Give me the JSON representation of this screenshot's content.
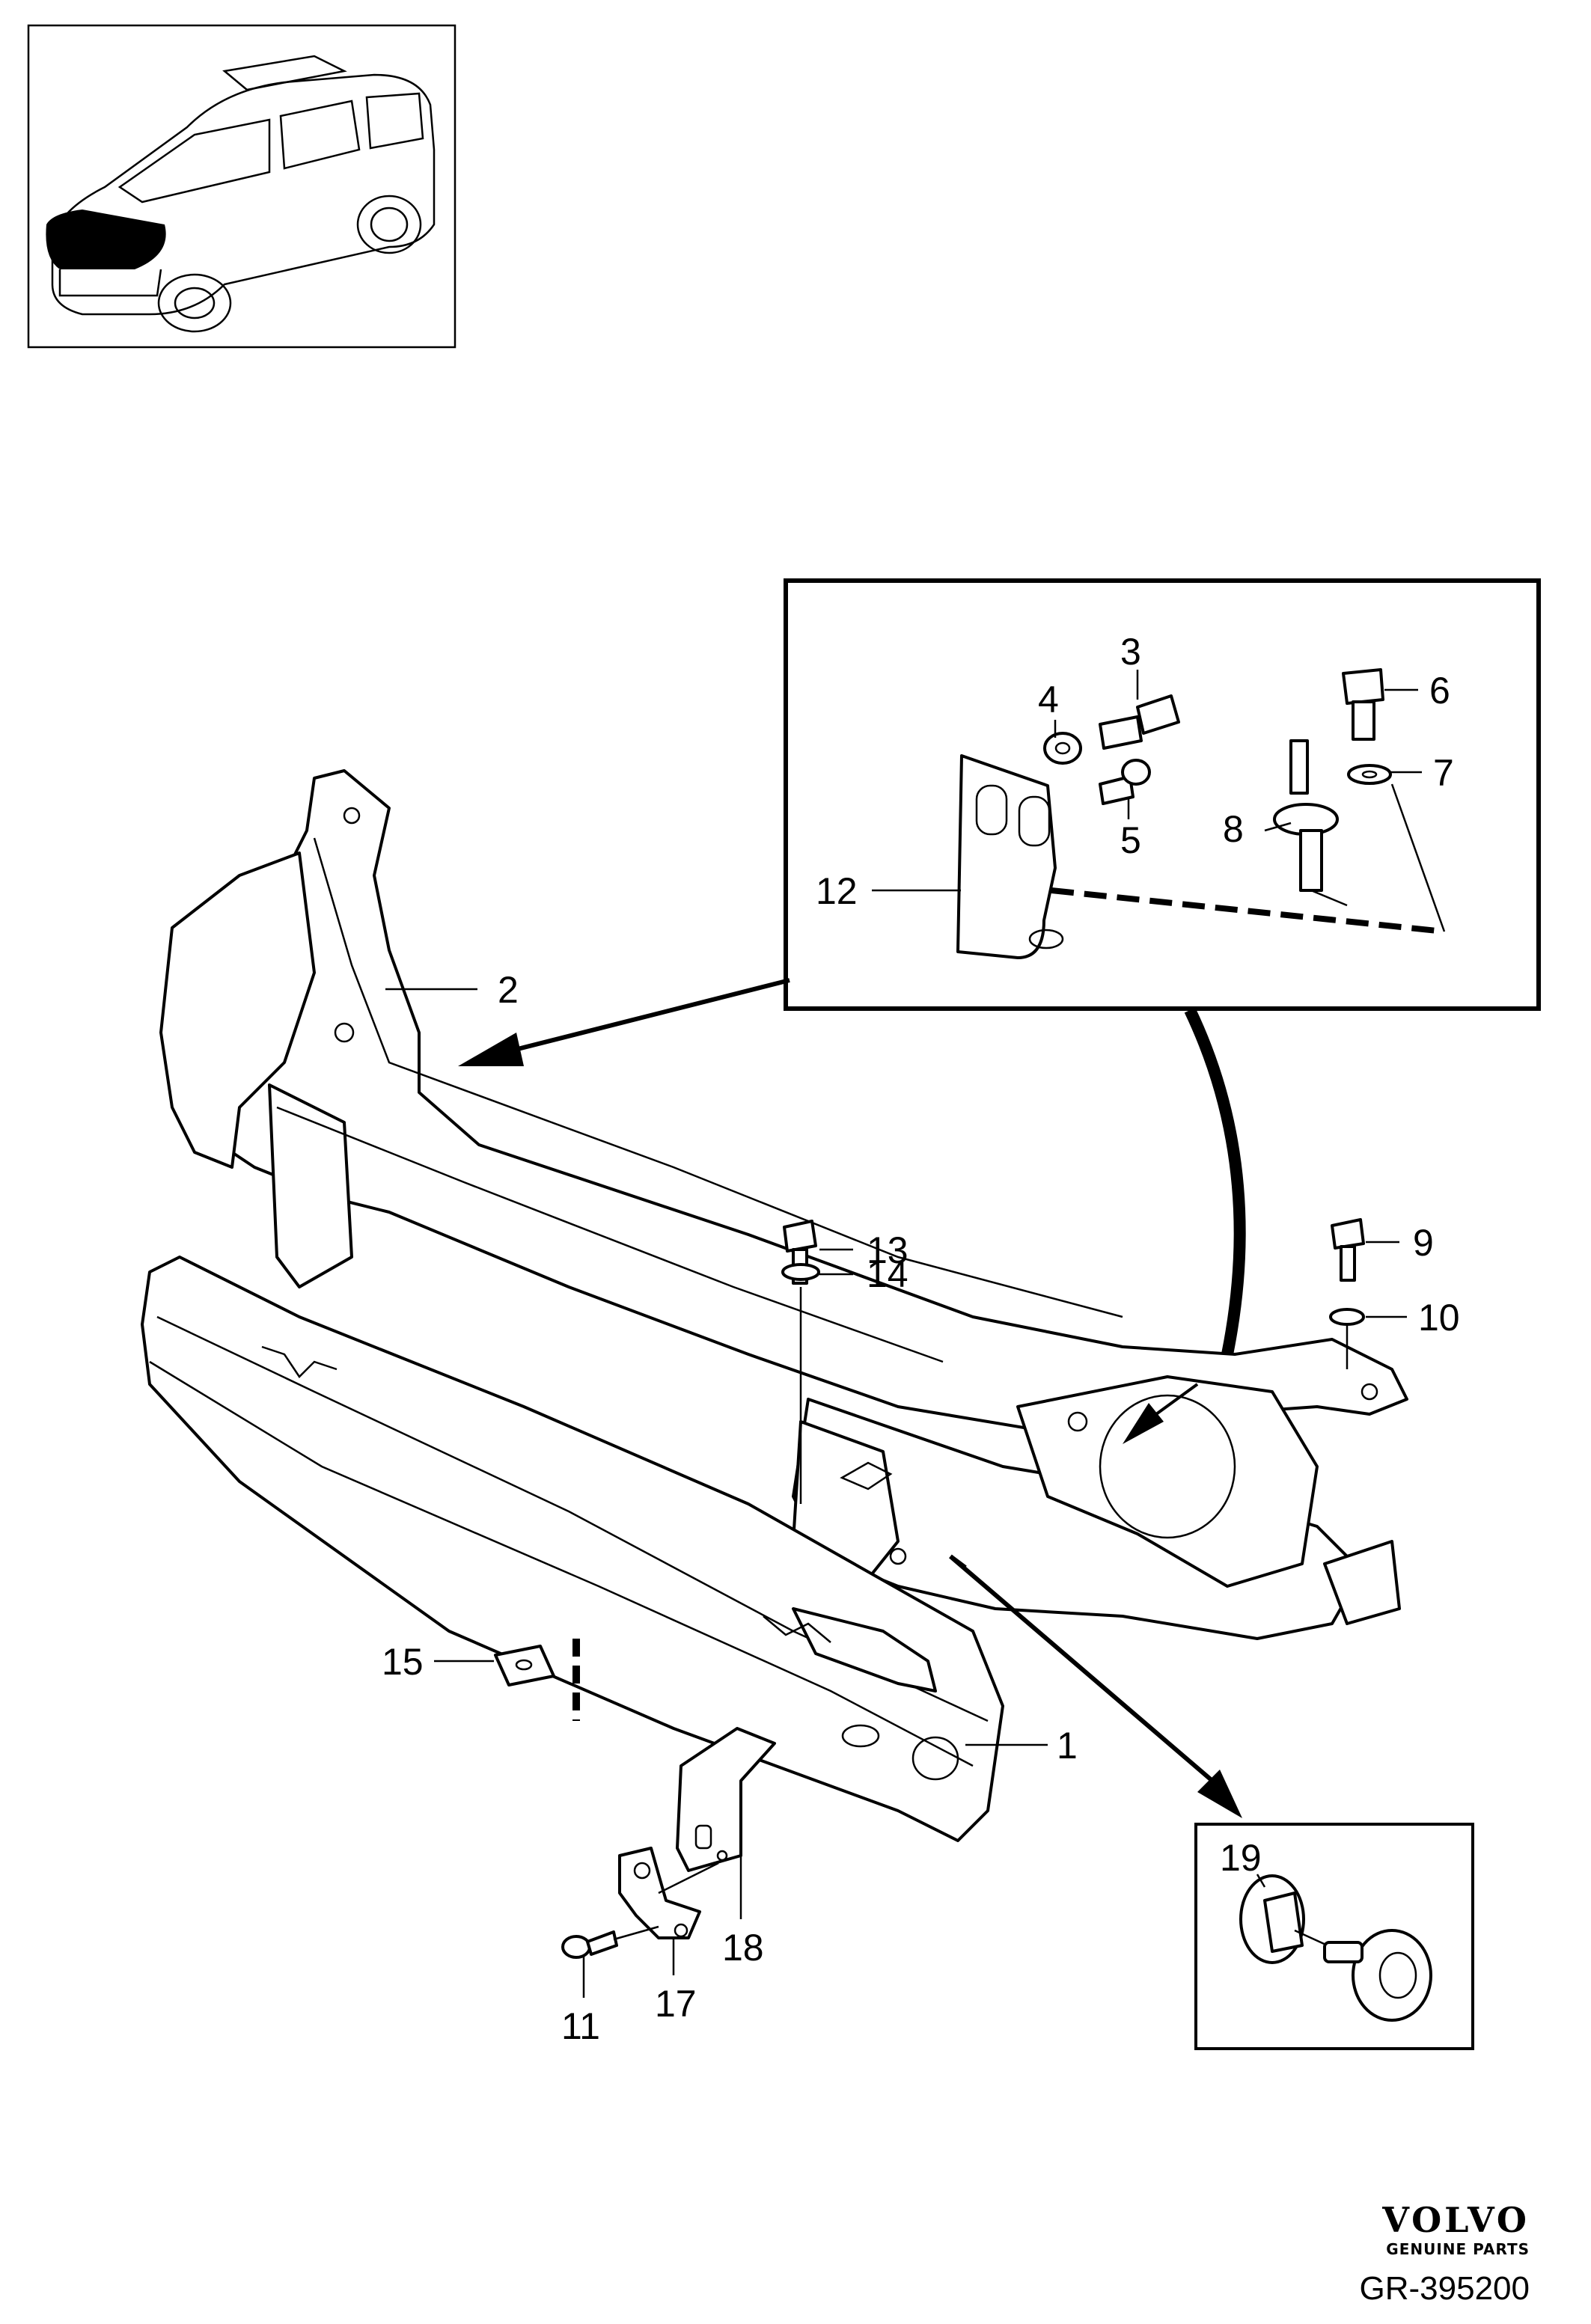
{
  "callouts": {
    "c1": "1",
    "c2": "2",
    "c3": "3",
    "c4": "4",
    "c5": "5",
    "c6": "6",
    "c7": "7",
    "c8": "8",
    "c9": "9",
    "c10": "10",
    "c11": "11",
    "c12": "12",
    "c13": "13",
    "c14": "14",
    "c15": "15",
    "c17": "17",
    "c18": "18",
    "c19": "19"
  },
  "brand": {
    "name": "VOLVO",
    "tagline": "GENUINE PARTS"
  },
  "diagram_code": "GR-395200"
}
